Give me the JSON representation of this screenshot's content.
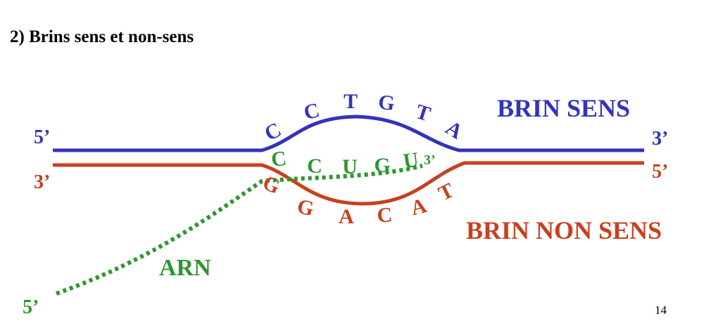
{
  "title": "2) Brins sens et non-sens",
  "page_number": "14",
  "colors": {
    "sense": "#3333bb",
    "antisense": "#c8401e",
    "rna": "#2e962e",
    "text": "#000000"
  },
  "sense_strand": {
    "label": "BRIN SENS",
    "end_left": "5’",
    "end_right": "3’",
    "bases": [
      "C",
      "C",
      "T",
      "G",
      "T",
      "A"
    ]
  },
  "antisense_strand": {
    "label": "BRIN NON SENS",
    "end_left": "3’",
    "end_right": "5’",
    "bases": [
      "G",
      "G",
      "A",
      "C",
      "A",
      "T"
    ]
  },
  "rna": {
    "label": "ARN",
    "end_start": "5’",
    "end_tip": "3’",
    "bases": [
      "C",
      "C",
      "U",
      "G",
      "U"
    ]
  }
}
